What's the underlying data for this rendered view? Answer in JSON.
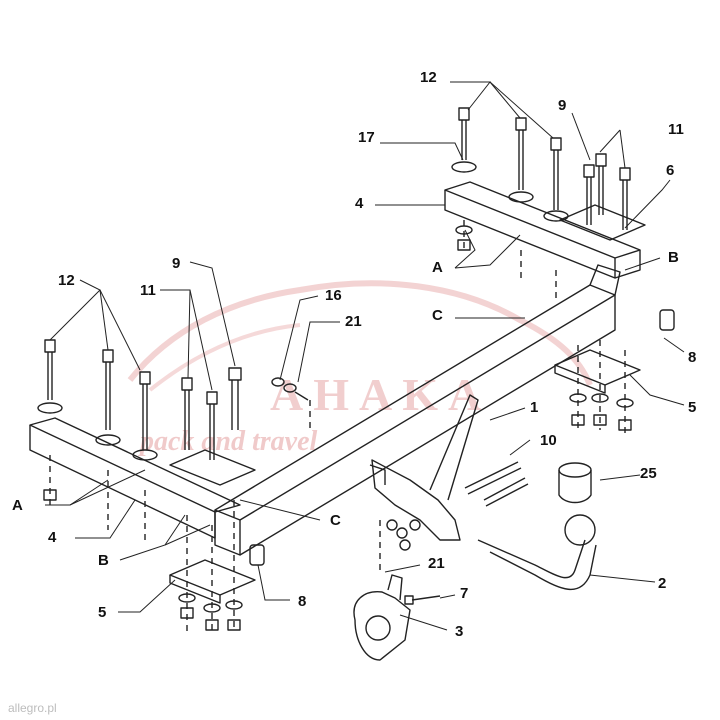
{
  "watermark": {
    "brand": "AHAKA",
    "tagline": "pack and travel",
    "color": "#e8a0a0"
  },
  "footer": {
    "site": "allegro.pl",
    "color": "#c8c8c8"
  },
  "callouts": [
    {
      "id": "c-12-right",
      "text": "12"
    },
    {
      "id": "c-9-right",
      "text": "9"
    },
    {
      "id": "c-11-right",
      "text": "11"
    },
    {
      "id": "c-17",
      "text": "17"
    },
    {
      "id": "c-6",
      "text": "6"
    },
    {
      "id": "c-4-right",
      "text": "4"
    },
    {
      "id": "c-B-right",
      "text": "B"
    },
    {
      "id": "c-A-right",
      "text": "A"
    },
    {
      "id": "c-C-right",
      "text": "C"
    },
    {
      "id": "c-8-right",
      "text": "8"
    },
    {
      "id": "c-5-right",
      "text": "5"
    },
    {
      "id": "c-1",
      "text": "1"
    },
    {
      "id": "c-10",
      "text": "10"
    },
    {
      "id": "c-25",
      "text": "25"
    },
    {
      "id": "c-2",
      "text": "2"
    },
    {
      "id": "c-21-lower",
      "text": "21"
    },
    {
      "id": "c-7",
      "text": "7"
    },
    {
      "id": "c-3",
      "text": "3"
    },
    {
      "id": "c-12-left",
      "text": "12"
    },
    {
      "id": "c-9-left",
      "text": "9"
    },
    {
      "id": "c-11-left",
      "text": "11"
    },
    {
      "id": "c-16",
      "text": "16"
    },
    {
      "id": "c-21-upper",
      "text": "21"
    },
    {
      "id": "c-A-left",
      "text": "A"
    },
    {
      "id": "c-4-left",
      "text": "4"
    },
    {
      "id": "c-B-left",
      "text": "B"
    },
    {
      "id": "c-C-left",
      "text": "C"
    },
    {
      "id": "c-5-left",
      "text": "5"
    },
    {
      "id": "c-8-left",
      "text": "8"
    }
  ]
}
